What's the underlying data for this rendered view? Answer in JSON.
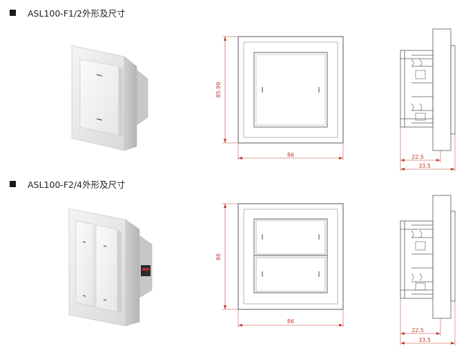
{
  "sections": [
    {
      "title": "ASL100-F1/2外形及尺寸",
      "front": {
        "width_label": "86",
        "height_label": "85.99"
      },
      "side": {
        "depth_label": "22.5",
        "total_label": "33.5"
      }
    },
    {
      "title": "ASL100-F2/4外形及尺寸",
      "front": {
        "width_label": "86",
        "height_label": "86"
      },
      "side": {
        "depth_label": "22.5",
        "total_label": "33.5"
      }
    }
  ],
  "colors": {
    "dimension": "#c0392b",
    "outline": "#555555",
    "bullet": "#1a1a1a"
  }
}
